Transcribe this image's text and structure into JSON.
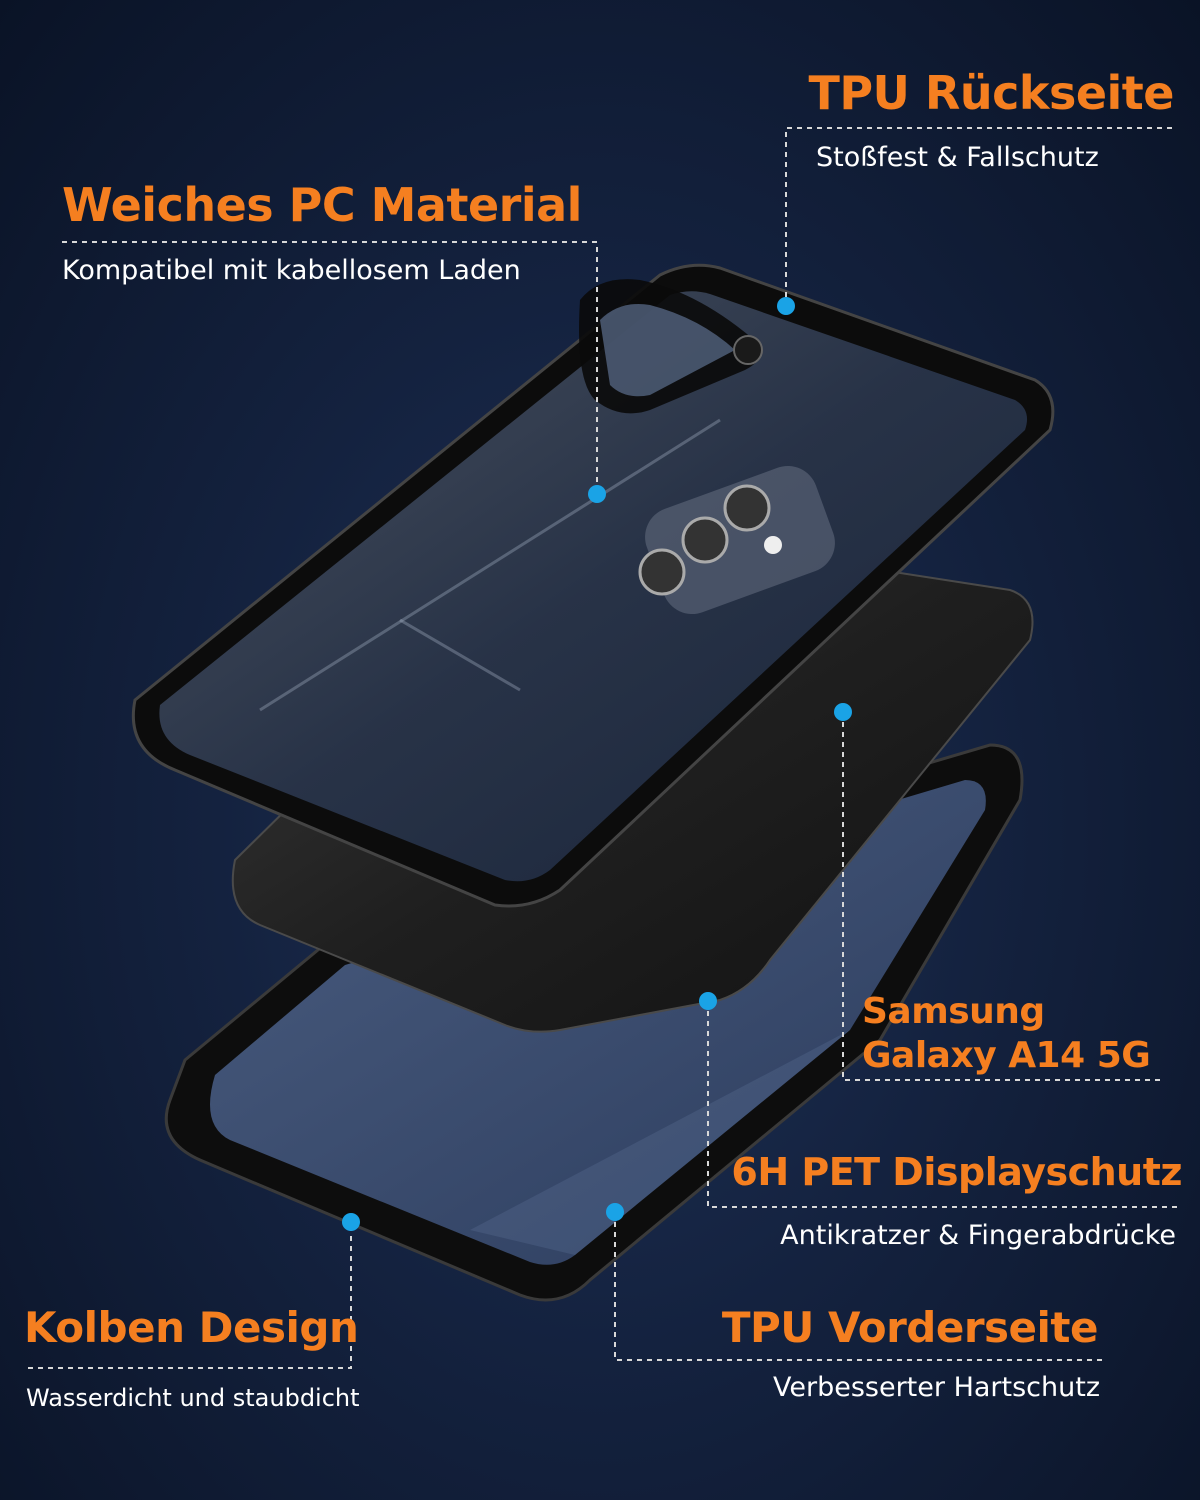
{
  "colors": {
    "accent_orange": "#f57f20",
    "callout_dot": "#1aa3e6",
    "background": "#14223f",
    "text_white": "#ffffff"
  },
  "callouts": {
    "tpu_back": {
      "title": "TPU Rückseite",
      "subtitle": "Stoßfest & Fallschutz"
    },
    "pc_material": {
      "title": "Weiches PC Material",
      "subtitle": "Kompatibel mit kabellosem Laden"
    },
    "phone_model": {
      "line1": "Samsung",
      "line2": "Galaxy A14 5G"
    },
    "screen_protector": {
      "title": "6H PET Displayschutz",
      "subtitle": "Antikratzer & Fingerabdrücke"
    },
    "piston_design": {
      "title": "Kolben Design",
      "subtitle": "Wasserdicht und staubdicht"
    },
    "tpu_front": {
      "title": "TPU Vorderseite",
      "subtitle": "Verbesserter Hartschutz"
    }
  },
  "icons": [
    "callout-dot-icon",
    "phone-case-back-icon",
    "phone-icon",
    "phone-case-front-icon"
  ]
}
